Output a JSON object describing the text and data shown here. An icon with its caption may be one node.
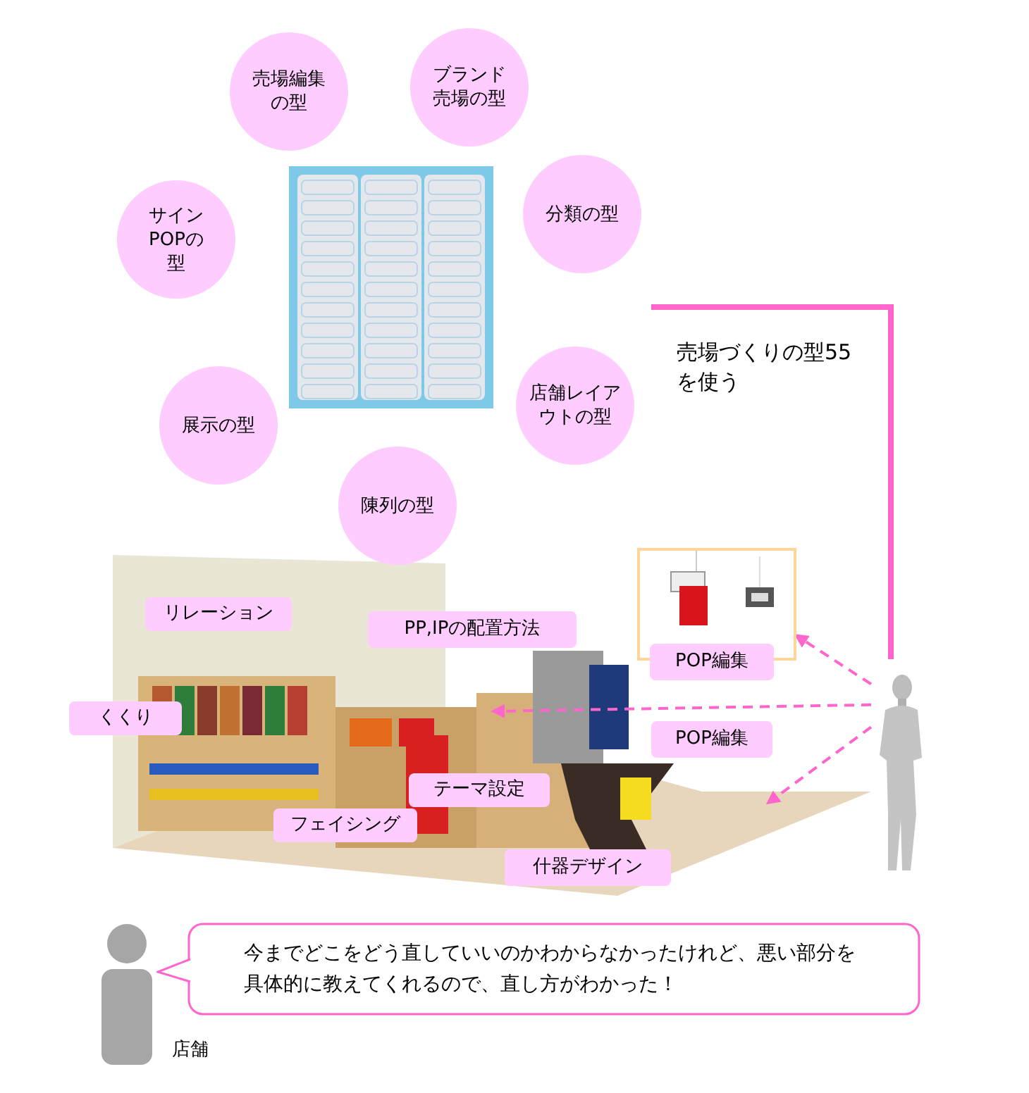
{
  "diagram": {
    "nodes": [
      {
        "text": [
          "売場編集の型"
        ]
      },
      {
        "text": [
          "ブランド売場の型"
        ]
      },
      {
        "text": [
          "サインPOPの型"
        ]
      },
      {
        "text": [
          "分類の型"
        ]
      },
      {
        "text": [
          "展示の型"
        ]
      },
      {
        "text": [
          "店舗レイアウトの型"
        ]
      },
      {
        "text": [
          "陳列の型"
        ]
      },
      {
        "text": [
          "リレーション"
        ]
      },
      {
        "text": [
          "PP,IPの配置方法"
        ]
      },
      {
        "text": [
          "くくり"
        ]
      },
      {
        "text": [],
        "shape": "picture"
      },
      {
        "text": [
          "POP編集"
        ]
      },
      {
        "text": [],
        "shape": "person"
      },
      {
        "text": [
          "POP編集"
        ]
      },
      {
        "text": [
          "テーマ設定"
        ]
      },
      {
        "text": [
          "フェイシング"
        ]
      },
      {
        "text": [
          "什器デザイン"
        ]
      },
      {
        "text": [],
        "shape": "person",
        "beside": [
          "店舗"
        ]
      },
      {
        "text": [
          "今までどこをどう直していいのかわからなかったけれど、悪い部分を具体的に教えてくれるので、直し方がわかった！"
        ]
      }
    ],
    "edges": [
      {
        "from": 12,
        "to": 10,
        "arrow": "to",
        "style": "dashed"
      },
      {
        "from": 12,
        "to": null,
        "arrow": "to",
        "style": "dashed"
      },
      {
        "from": 12,
        "to": null,
        "arrow": "to",
        "style": "dashed"
      }
    ],
    "labels": [
      "売場づくりの型55を使う"
    ]
  }
}
